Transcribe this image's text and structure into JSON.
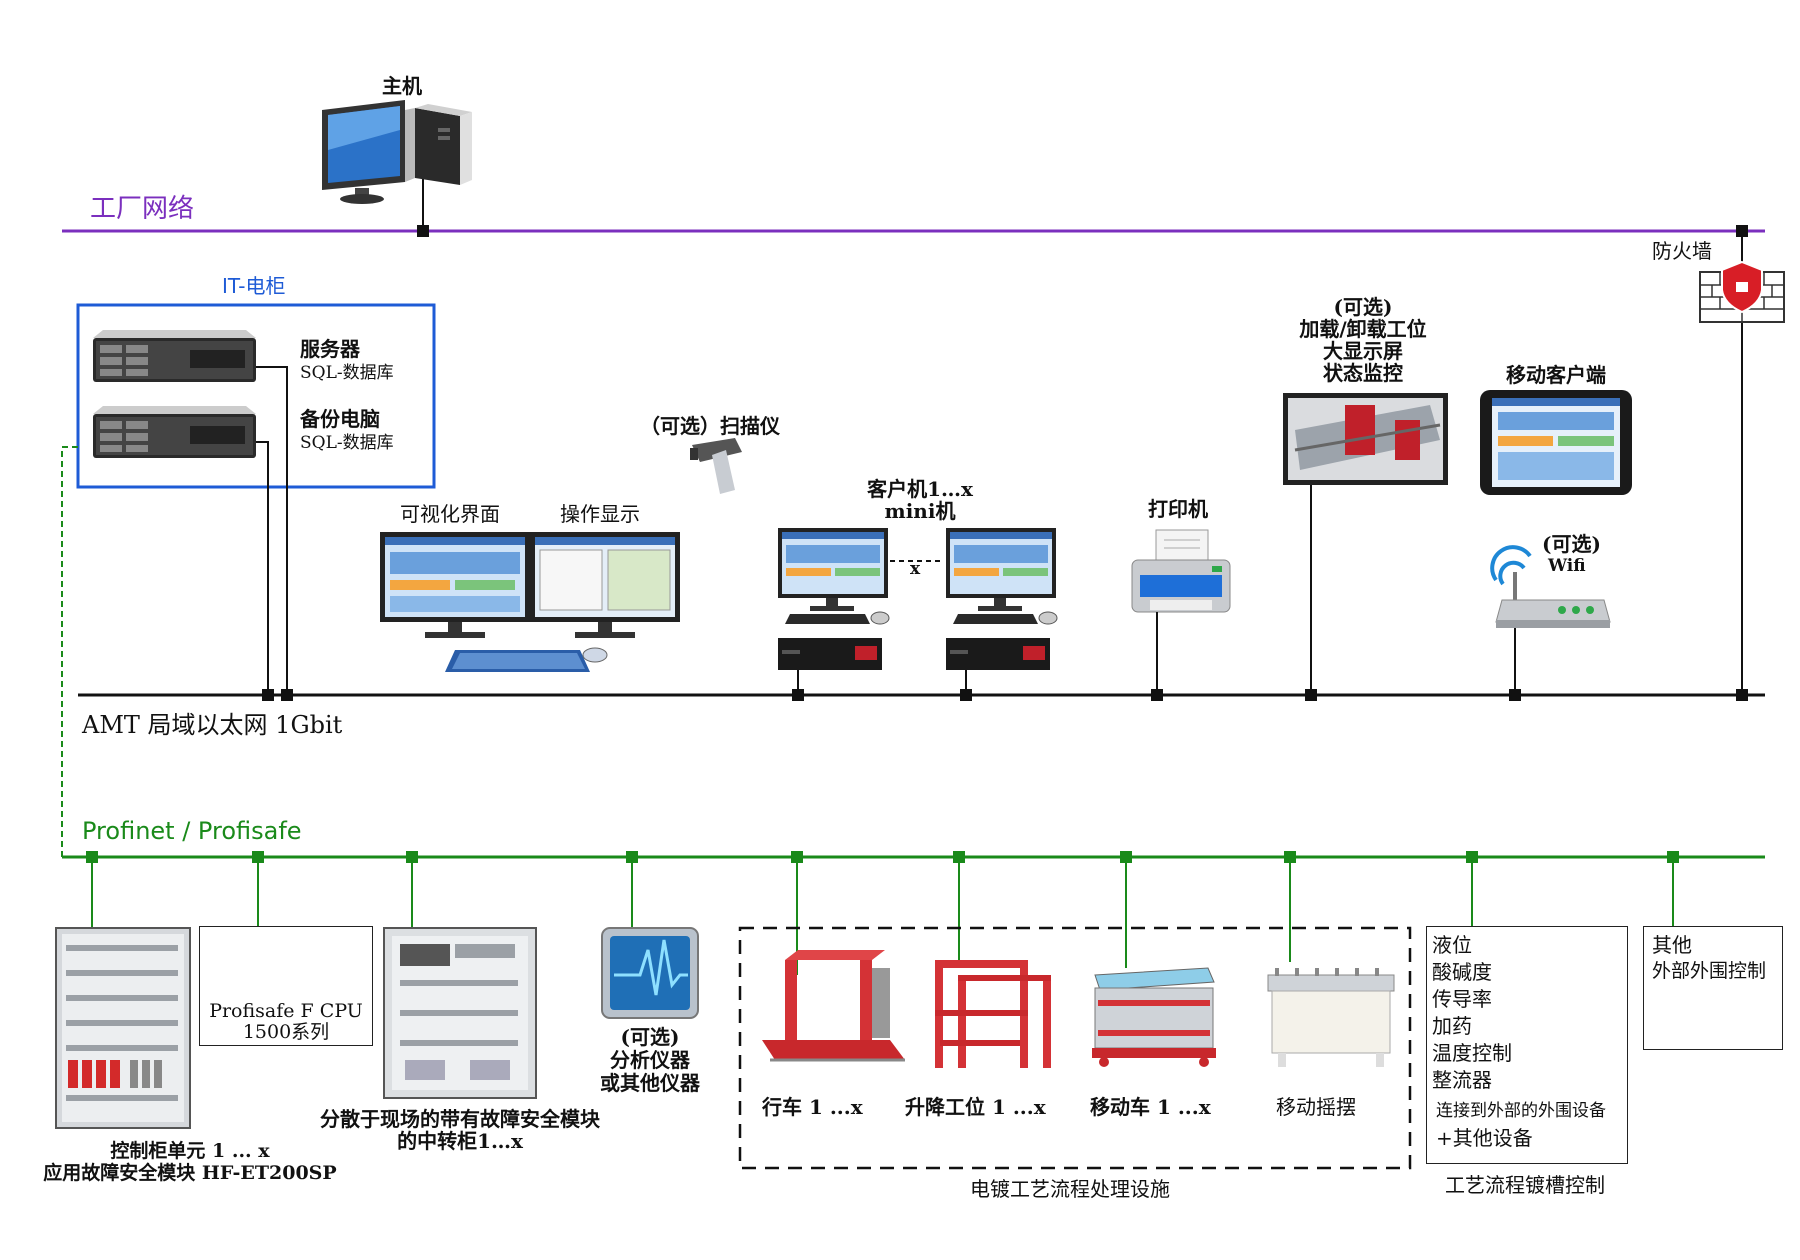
{
  "host": {
    "label": "主机"
  },
  "factory_network": {
    "label": "工厂网络",
    "color": "#7b2fbe"
  },
  "firewall": {
    "label": "防火墙"
  },
  "it_cabinet": {
    "title": "IT-电柜",
    "server_title": "服务器",
    "server_sub": "SQL-数据库",
    "backup_title": "备份电脑",
    "backup_sub": "SQL-数据库"
  },
  "scanner": {
    "label": "（可选）扫描仪"
  },
  "visual_ui": {
    "label": "可视化界面"
  },
  "operation_display": {
    "label": "操作显示"
  },
  "client": {
    "line1": "客户机1…x",
    "line2": "mini机",
    "x": "x"
  },
  "printer": {
    "label": "打印机"
  },
  "monitor": {
    "line1": "(可选)",
    "line2": "加载/卸载工位",
    "line3": "大显示屏",
    "line4": "状态监控"
  },
  "mobile_client": {
    "label": "移动客户端"
  },
  "wifi": {
    "line1": "(可选)",
    "line2": "Wifi"
  },
  "amt_lan": {
    "label": "AMT 局域以太网 1Gbit"
  },
  "profinet": {
    "label": "Profinet / Profisafe",
    "color": "#1a8a1a"
  },
  "control_cabinet": {
    "line1": "控制柜单元 1 ... x",
    "line2": "应用故障安全模块 HF-ET200SP"
  },
  "cpu": {
    "line1": "Profisafe F CPU",
    "line2": "1500系列"
  },
  "relay_cabinet": {
    "line1": "分散于现场的带有故障安全模块",
    "line2": "的中转柜1…x"
  },
  "analyzer": {
    "line1": "(可选)",
    "line2": "分析仪器",
    "line3": "或其他仪器"
  },
  "equipment": {
    "crane": "行车 1 ...x",
    "lift": "升降工位 1 ...x",
    "cart": "移动车 1 ...x",
    "swing": "移动摇摆",
    "group_label": "电镀工艺流程处理设施"
  },
  "tank_control": {
    "items": [
      "液位",
      "酸碱度",
      "传导率",
      "加药",
      "温度控制",
      "整流器"
    ],
    "external": "连接到外部的外围设备",
    "other": "+其他设备",
    "caption": "工艺流程镀槽控制"
  },
  "other_control": {
    "line1": "其他",
    "line2": "外部外围控制"
  }
}
